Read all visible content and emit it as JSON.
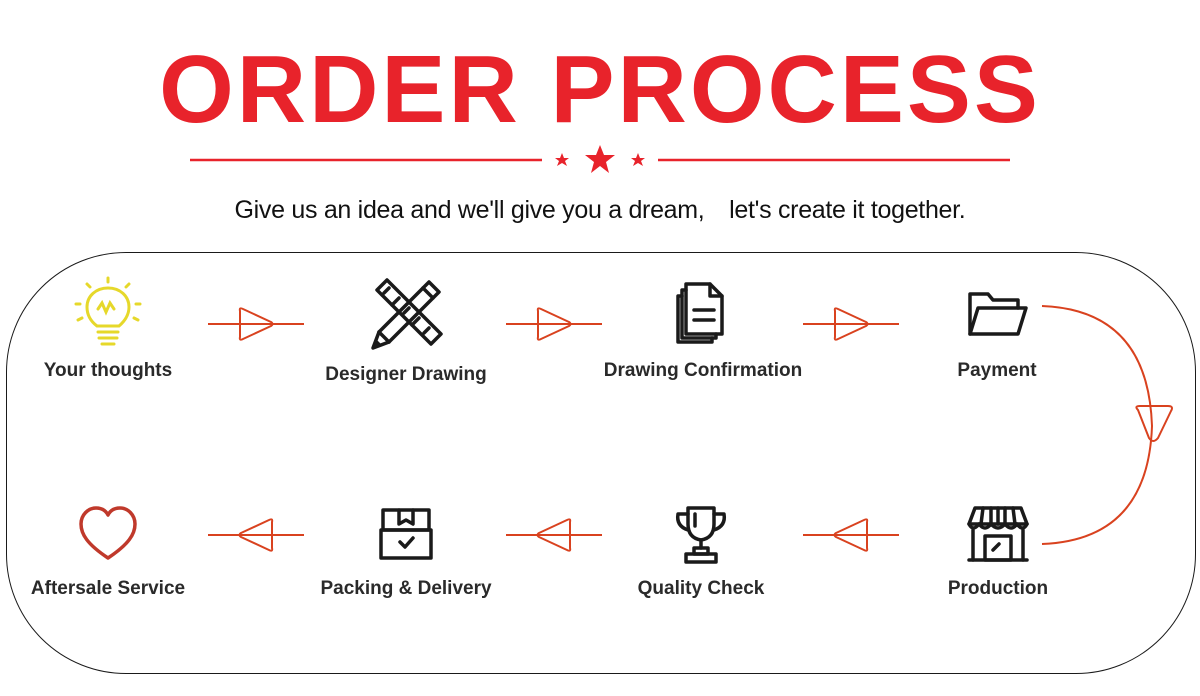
{
  "header": {
    "title": "ORDER PROCESS",
    "subtitle": "Give us an idea and we'll give you a dream,　let's create it together."
  },
  "colors": {
    "accent": "#e8232b",
    "arrow": "#d9421f",
    "bulb": "#e6d82a",
    "heart": "#c0392b",
    "icon": "#1a1a1a"
  },
  "steps": [
    {
      "label": "Your thoughts",
      "icon": "lightbulb-icon"
    },
    {
      "label": "Designer Drawing",
      "icon": "pencil-ruler-icon"
    },
    {
      "label": "Drawing Confirmation",
      "icon": "documents-icon"
    },
    {
      "label": "Payment",
      "icon": "folder-icon"
    },
    {
      "label": "Production",
      "icon": "storefront-icon"
    },
    {
      "label": "Quality Check",
      "icon": "trophy-icon"
    },
    {
      "label": "Packing & Delivery",
      "icon": "package-icon"
    },
    {
      "label": "Aftersale Service",
      "icon": "heart-icon"
    }
  ]
}
